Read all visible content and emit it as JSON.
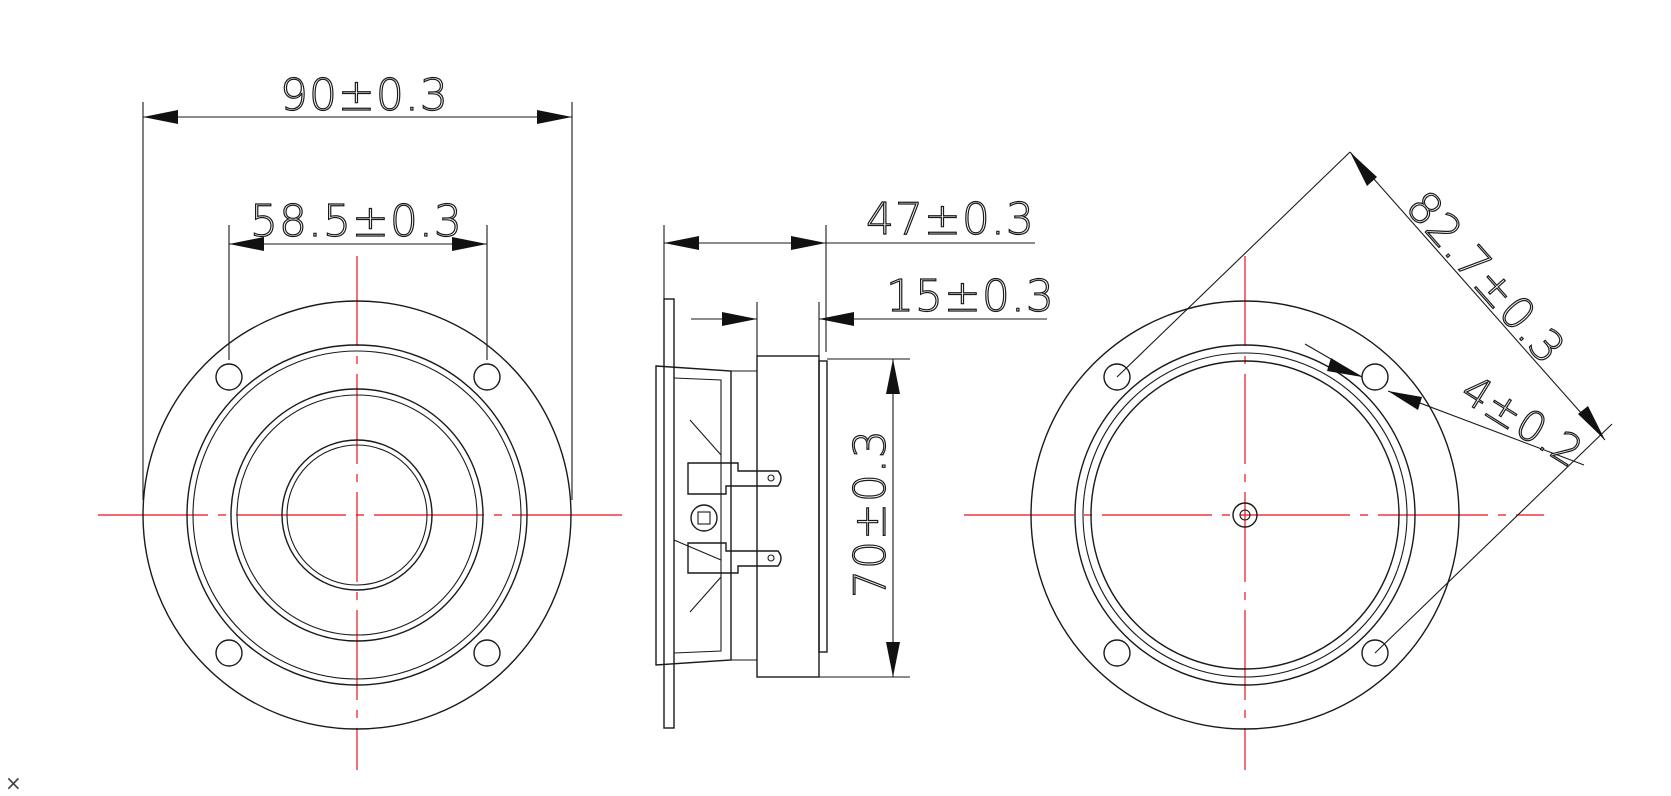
{
  "dimensions": {
    "overall_diameter": "90±0.3",
    "inner_diameter": "58.5±0.3",
    "depth_overall": "47±0.3",
    "magnet_depth": "15±0.3",
    "magnet_height": "70±0.3",
    "hole_circle_diagonal": "82.7±0.3",
    "mounting_hole": "4±0.2"
  },
  "corner_mark": "×",
  "colors": {
    "outline": "#1a1a1a",
    "centerline": "#e8101a",
    "background": "#ffffff"
  }
}
